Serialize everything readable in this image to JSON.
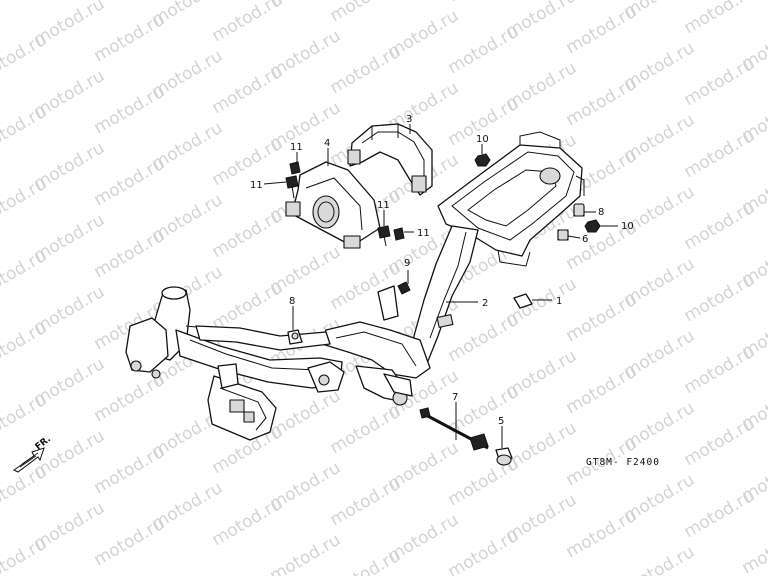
{
  "watermark": {
    "text": "motod.ru"
  },
  "diagram_code": "GT8M- F2400",
  "direction_label": "FR.",
  "callouts": [
    {
      "id": "c1",
      "label": "1"
    },
    {
      "id": "c2",
      "label": "2"
    },
    {
      "id": "c3",
      "label": "3"
    },
    {
      "id": "c4",
      "label": "4"
    },
    {
      "id": "c5",
      "label": "5"
    },
    {
      "id": "c6",
      "label": "6"
    },
    {
      "id": "c7",
      "label": "7"
    },
    {
      "id": "c8a",
      "label": "8"
    },
    {
      "id": "c8b",
      "label": "8"
    },
    {
      "id": "c9",
      "label": "9"
    },
    {
      "id": "c10a",
      "label": "10"
    },
    {
      "id": "c10b",
      "label": "10"
    },
    {
      "id": "c11a",
      "label": "11"
    },
    {
      "id": "c11b",
      "label": "11"
    },
    {
      "id": "c11c",
      "label": "11"
    },
    {
      "id": "c11d",
      "label": "11"
    }
  ]
}
